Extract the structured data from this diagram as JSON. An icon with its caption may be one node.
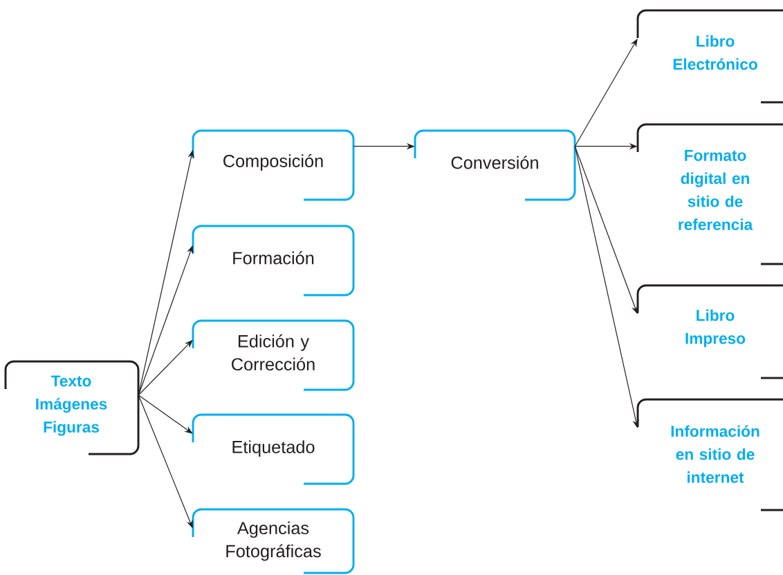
{
  "diagram": {
    "nodes": [
      {
        "text": [
          "Texto Imágenes Figuras"
        ]
      },
      {
        "text": [
          "Composición"
        ]
      },
      {
        "text": [
          "Formación"
        ]
      },
      {
        "text": [
          "Edición y Corrección"
        ]
      },
      {
        "text": [
          "Etiquetado"
        ]
      },
      {
        "text": [
          "Agencias Fotográficas"
        ]
      },
      {
        "text": [
          "Conversión"
        ]
      },
      {
        "text": [
          "Libro Electrónico"
        ]
      },
      {
        "text": [
          "Formato digital en sitio de referencia"
        ]
      },
      {
        "text": [
          "Libro Impreso"
        ]
      },
      {
        "text": [
          "Información en sitio de internet"
        ]
      }
    ],
    "edges": [
      {
        "from": 0,
        "to": 1,
        "arrow": "to"
      },
      {
        "from": 0,
        "to": 2,
        "arrow": "to"
      },
      {
        "from": 0,
        "to": 3,
        "arrow": "to"
      },
      {
        "from": 0,
        "to": 4,
        "arrow": "to"
      },
      {
        "from": 0,
        "to": 5,
        "arrow": "to"
      },
      {
        "from": 1,
        "to": 6,
        "arrow": "to"
      },
      {
        "from": 6,
        "to": 7,
        "arrow": "to"
      },
      {
        "from": 6,
        "to": 8,
        "arrow": "to"
      },
      {
        "from": 6,
        "to": 9,
        "arrow": "to"
      },
      {
        "from": 6,
        "to": 10,
        "arrow": "to"
      }
    ]
  }
}
